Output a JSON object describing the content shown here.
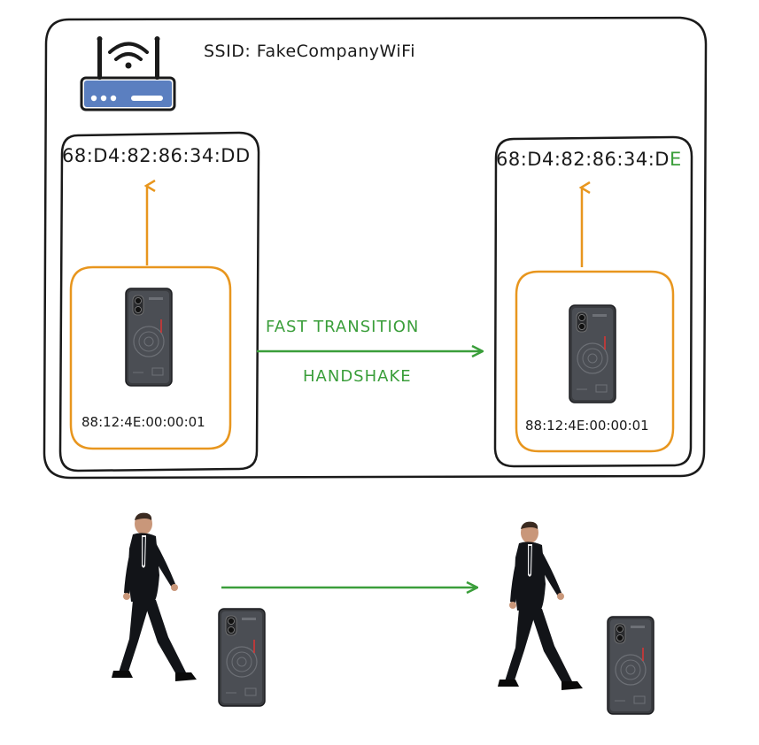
{
  "ssid_label": "SSID: FakeCompanyWiFi",
  "ap_left": {
    "mac": "68:D4:82:86:34:DD"
  },
  "ap_right": {
    "mac_prefix": "68:D4:82:86:34:D",
    "mac_diff_char": "E"
  },
  "client_left": {
    "mac": "88:12:4E:00:00:01"
  },
  "client_right": {
    "mac": "88:12:4E:00:00:01"
  },
  "transition": {
    "line1": "FAST TRANSITION",
    "line2": "HANDSHAKE"
  },
  "colors": {
    "orange": "#e8961e",
    "green": "#3a9e3a",
    "ink": "#1a1a1a",
    "router": "#4a6fa5"
  },
  "icons": [
    "router-icon",
    "phone-icon",
    "walking-man-icon"
  ]
}
